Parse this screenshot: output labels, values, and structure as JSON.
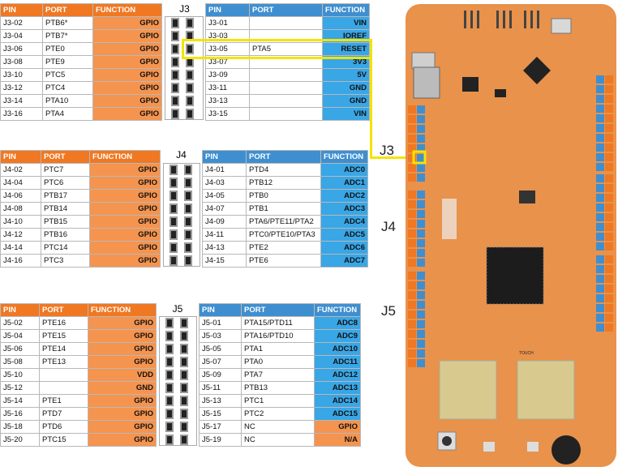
{
  "j3": {
    "label": "J3",
    "left_headers": [
      "PIN",
      "PORT",
      "FUNCTION"
    ],
    "right_headers": [
      "PIN",
      "PORT",
      "FUNCTION"
    ],
    "left_rows": [
      [
        "J3-02",
        "PTB6*",
        "GPIO"
      ],
      [
        "J3-04",
        "PTB7*",
        "GPIO"
      ],
      [
        "J3-06",
        "PTE0",
        "GPIO"
      ],
      [
        "J3-08",
        "PTE9",
        "GPIO"
      ],
      [
        "J3-10",
        "PTC5",
        "GPIO"
      ],
      [
        "J3-12",
        "PTC4",
        "GPIO"
      ],
      [
        "J3-14",
        "PTA10",
        "GPIO"
      ],
      [
        "J3-16",
        "PTA4",
        "GPIO"
      ]
    ],
    "right_rows": [
      [
        "J3-01",
        "",
        "VIN"
      ],
      [
        "J3-03",
        "",
        "IOREF"
      ],
      [
        "J3-05",
        "PTA5",
        "RESET"
      ],
      [
        "J3-07",
        "",
        "3V3"
      ],
      [
        "J3-09",
        "",
        "5V"
      ],
      [
        "J3-11",
        "",
        "GND"
      ],
      [
        "J3-13",
        "",
        "GND"
      ],
      [
        "J3-15",
        "",
        "VIN"
      ]
    ]
  },
  "j4": {
    "label": "J4",
    "left_headers": [
      "PIN",
      "PORT",
      "FUNCTION"
    ],
    "right_headers": [
      "PIN",
      "PORT",
      "FUNCTION"
    ],
    "left_rows": [
      [
        "J4-02",
        "PTC7",
        "GPIO"
      ],
      [
        "J4-04",
        "PTC6",
        "GPIO"
      ],
      [
        "J4-06",
        "PTB17",
        "GPIO"
      ],
      [
        "J4-08",
        "PTB14",
        "GPIO"
      ],
      [
        "J4-10",
        "PTB15",
        "GPIO"
      ],
      [
        "J4-12",
        "PTB16",
        "GPIO"
      ],
      [
        "J4-14",
        "PTC14",
        "GPIO"
      ],
      [
        "J4-16",
        "PTC3",
        "GPIO"
      ]
    ],
    "right_rows": [
      [
        "J4-01",
        "PTD4",
        "ADC0"
      ],
      [
        "J4-03",
        "PTB12",
        "ADC1"
      ],
      [
        "J4-05",
        "PTB0",
        "ADC2"
      ],
      [
        "J4-07",
        "PTB1",
        "ADC3"
      ],
      [
        "J4-09",
        "PTA6/PTE11/PTA2",
        "ADC4"
      ],
      [
        "J4-11",
        "PTC0/PTE10/PTA3",
        "ADC5"
      ],
      [
        "J4-13",
        "PTE2",
        "ADC6"
      ],
      [
        "J4-15",
        "PTE6",
        "ADC7"
      ]
    ]
  },
  "j5": {
    "label": "J5",
    "left_headers": [
      "PIN",
      "PORT",
      "FUNCTION"
    ],
    "right_headers": [
      "PIN",
      "PORT",
      "FUNCTION"
    ],
    "left_rows": [
      [
        "J5-02",
        "PTE16",
        "GPIO"
      ],
      [
        "J5-04",
        "PTE15",
        "GPIO"
      ],
      [
        "J5-06",
        "PTE14",
        "GPIO"
      ],
      [
        "J5-08",
        "PTE13",
        "GPIO"
      ],
      [
        "J5-10",
        "",
        "VDD"
      ],
      [
        "J5-12",
        "",
        "GND"
      ],
      [
        "J5-14",
        "PTE1",
        "GPIO"
      ],
      [
        "J5-16",
        "PTD7",
        "GPIO"
      ],
      [
        "J5-18",
        "PTD6",
        "GPIO"
      ],
      [
        "J5-20",
        "PTC15",
        "GPIO"
      ]
    ],
    "right_rows": [
      [
        "J5-01",
        "PTA15/PTD11",
        "ADC8"
      ],
      [
        "J5-03",
        "PTA16/PTD10",
        "ADC9"
      ],
      [
        "J5-05",
        "PTA1",
        "ADC10"
      ],
      [
        "J5-07",
        "PTA0",
        "ADC11"
      ],
      [
        "J5-09",
        "PTA7",
        "ADC12"
      ],
      [
        "J5-11",
        "PTB13",
        "ADC13"
      ],
      [
        "J5-13",
        "PTC1",
        "ADC14"
      ],
      [
        "J5-15",
        "PTC2",
        "ADC15"
      ],
      [
        "J5-17",
        "NC",
        "GPIO"
      ],
      [
        "J5-19",
        "NC",
        "N/A"
      ]
    ]
  },
  "board_labels": {
    "j3": "J3",
    "j4": "J4",
    "j5": "J5"
  },
  "colors": {
    "orange_fn": "#f5944f",
    "blue_fn": "#39a6e6",
    "highlight": "#f4e300"
  }
}
